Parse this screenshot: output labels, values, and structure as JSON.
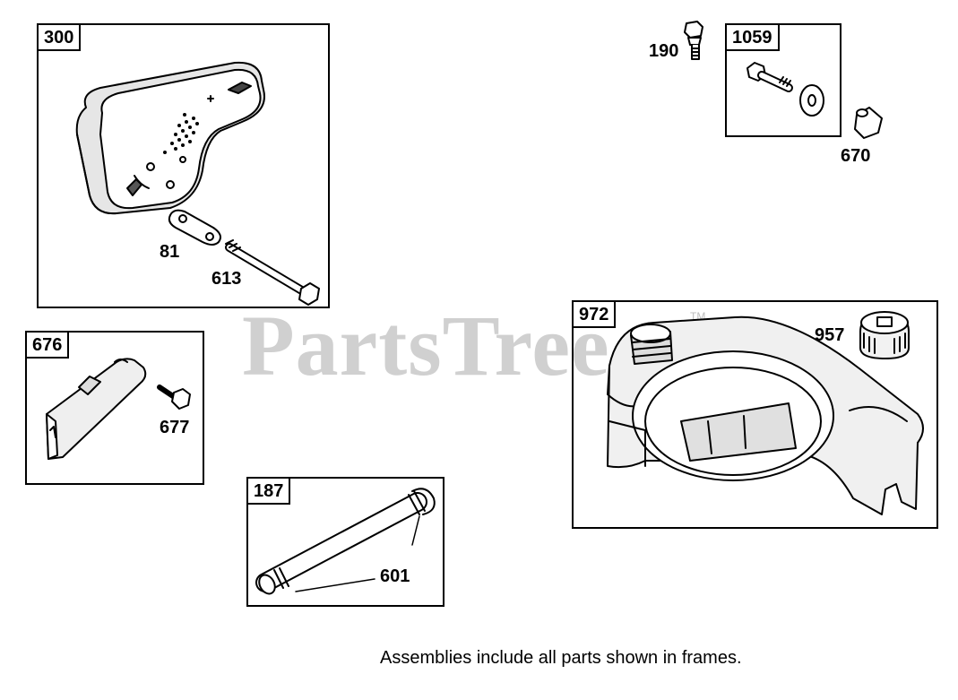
{
  "watermark": "PartsTree",
  "trademark": "TM",
  "footer_note": "Assemblies include all parts shown in frames.",
  "frames": {
    "f300": "300",
    "f676": "676",
    "f187": "187",
    "f1059": "1059",
    "f972": "972"
  },
  "callouts": {
    "p81": "81",
    "p613": "613",
    "p677": "677",
    "p601": "601",
    "p190": "190",
    "p670": "670",
    "p957": "957"
  }
}
